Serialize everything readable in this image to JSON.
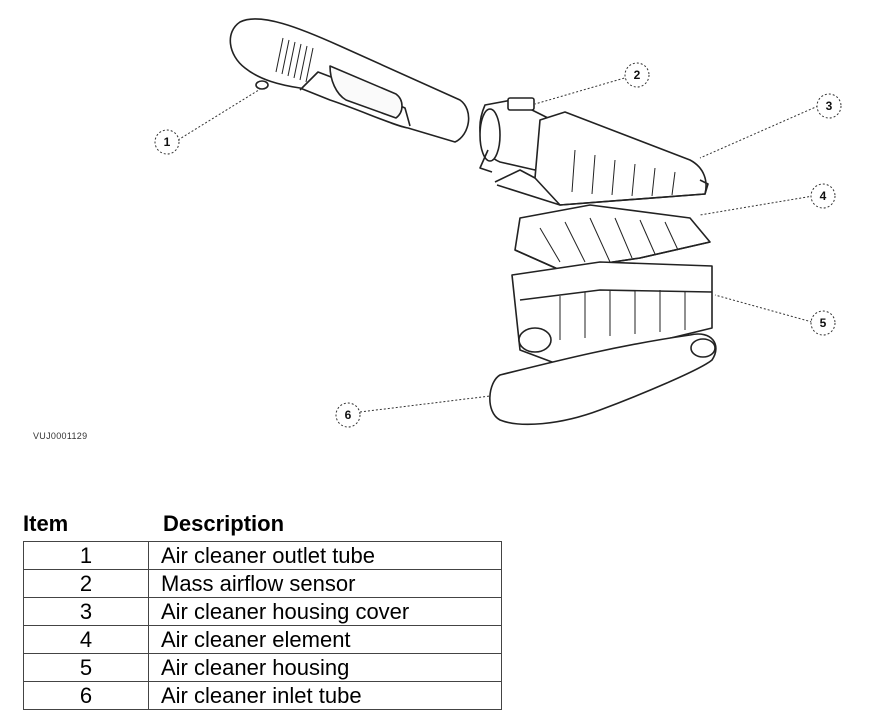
{
  "figure": {
    "reference_id": "VUJ0001129",
    "callouts": [
      "1",
      "2",
      "3",
      "4",
      "5",
      "6"
    ]
  },
  "legend": {
    "header_item": "Item",
    "header_description": "Description",
    "rows": [
      {
        "item": "1",
        "description": "Air cleaner outlet tube"
      },
      {
        "item": "2",
        "description": "Mass airflow sensor"
      },
      {
        "item": "3",
        "description": "Air cleaner housing cover"
      },
      {
        "item": "4",
        "description": "Air cleaner element"
      },
      {
        "item": "5",
        "description": "Air cleaner housing"
      },
      {
        "item": "6",
        "description": "Air cleaner inlet tube"
      }
    ]
  }
}
